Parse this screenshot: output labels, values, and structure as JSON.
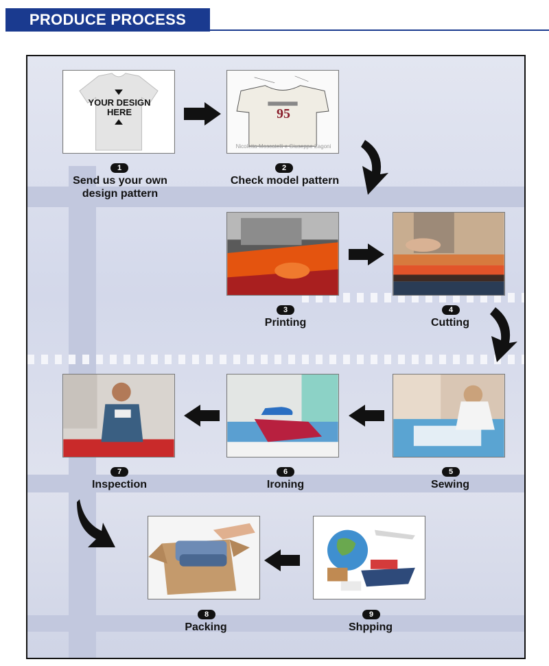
{
  "header": {
    "title": "PRODUCE PROCESS",
    "color": "#1a3a8f"
  },
  "photo1": {
    "line1": "YOUR DESIGN",
    "line2": "HERE"
  },
  "photo2": {
    "number": "95",
    "caption": "Nicoletta Moscatelli e Giuseppe Zagoni"
  },
  "steps": [
    {
      "number": "1",
      "label_line1": "Send us your own",
      "label_line2": "design pattern"
    },
    {
      "number": "2",
      "label": "Check model pattern"
    },
    {
      "number": "3",
      "label": "Printing"
    },
    {
      "number": "4",
      "label": "Cutting"
    },
    {
      "number": "5",
      "label": "Sewing"
    },
    {
      "number": "6",
      "label": "Ironing"
    },
    {
      "number": "7",
      "label": "Inspection"
    },
    {
      "number": "8",
      "label": "Packing"
    },
    {
      "number": "9",
      "label": "Shpping"
    }
  ],
  "icons": [
    "tshirt-icon",
    "arrow-right-icon",
    "arrow-left-icon",
    "curved-arrow-down-icon"
  ]
}
